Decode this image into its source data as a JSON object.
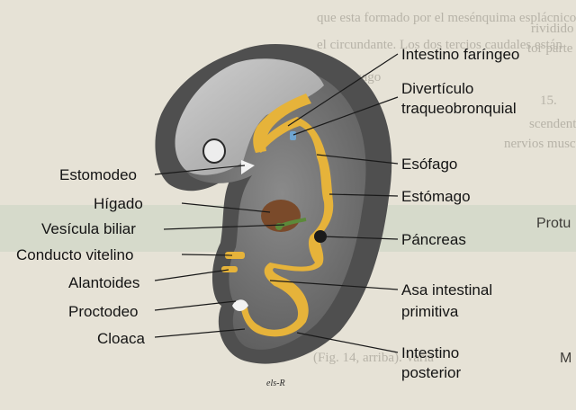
{
  "background_text": {
    "top_line_1": "que esta formado por el mesénquima esplácnico c",
    "top_line_2": "el circundante. Los dos tercios caudales están",
    "top_line_3": "nervio vago",
    "right_1": "rividido en",
    "right_2": "tor parte",
    "right_3": "15.",
    "right_4": "scendente",
    "right_5": "nervios muscular",
    "right_6": "Protu",
    "right_7": "M",
    "bottom_1": "(Fig. 14, arriba). Varia"
  },
  "signature": "els-R",
  "labels": {
    "intestino_faringeo": "Intestino faríngeo",
    "diverticulo_1": "Divertículo",
    "diverticulo_2": "traqueobronquial",
    "esofago": "Esófago",
    "estomago": "Estómago",
    "pancreas": "Páncreas",
    "asa_1": "Asa intestinal",
    "asa_2": "primitiva",
    "posterior_1": "Intestino",
    "posterior_2": "posterior",
    "estomodeo": "Estomodeo",
    "higado": "Hígado",
    "vesicula": "Vesícula biliar",
    "vitelino": "Conducto vitelino",
    "alantoides": "Alantoides",
    "proctodeo": "Proctodeo",
    "cloaca": "Cloaca"
  },
  "colors": {
    "gut_tube": "#e6b33a",
    "liver": "#7a4a2a",
    "embryo_light": "#b0b0b0",
    "embryo_dark": "#5c5c5c",
    "diverticulum": "#6fa4cf",
    "gallbladder": "#5c8a3a",
    "pancreas": "#1a1a1a"
  }
}
